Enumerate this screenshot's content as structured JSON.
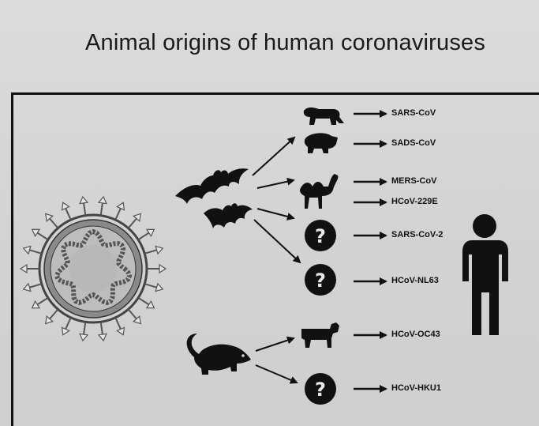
{
  "title": "Animal origins of human coronaviruses",
  "viruses": [
    {
      "label": "SARS-CoV"
    },
    {
      "label": "SADS-CoV"
    },
    {
      "label": "MERS-CoV"
    },
    {
      "label": "HCoV-229E"
    },
    {
      "label": "SARS-CoV-2"
    },
    {
      "label": "HCoV-NL63"
    },
    {
      "label": "HCoV-OC43"
    },
    {
      "label": "HCoV-HKU1"
    }
  ],
  "unknown_host_symbol": "?",
  "icons": {
    "virus": "coronavirus-icon",
    "bat": "bat-icon",
    "rodent": "rat-icon",
    "civet": "civet-icon",
    "pig": "pig-icon",
    "camel": "camel-icon",
    "cattle": "cow-icon",
    "human": "human-icon"
  },
  "colors": {
    "background": "#d4d4d4",
    "ink": "#111111",
    "virus_body": "#8a8a8a"
  }
}
